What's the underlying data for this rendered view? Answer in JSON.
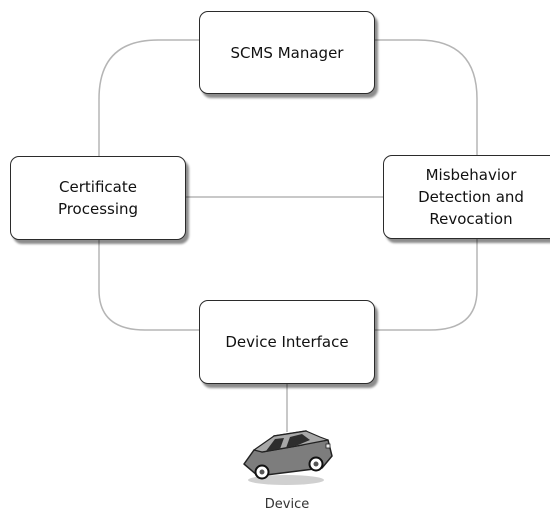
{
  "diagram": {
    "nodes": {
      "scms_manager": "SCMS Manager",
      "certificate_processing": "Certificate\nProcessing",
      "misbehavior": "Misbehavior\nDetection and\nRevocation",
      "device_interface": "Device Interface"
    },
    "device": {
      "label": "Device",
      "icon": "car-icon"
    },
    "colors": {
      "line": "#b5b5b5",
      "border": "#2b2b2b",
      "car_body": "#8a8a8a"
    }
  }
}
